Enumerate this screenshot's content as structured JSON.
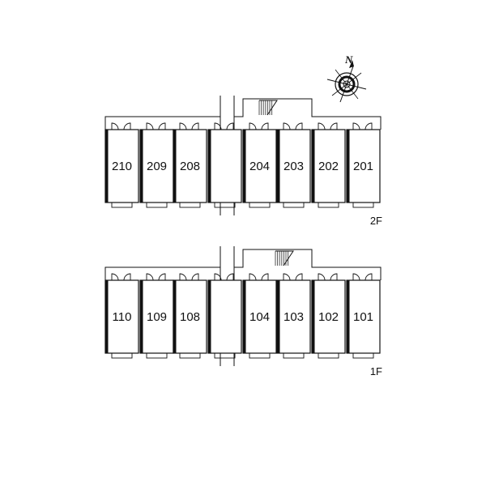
{
  "compass": {
    "north_label": "N",
    "icon": "compass-rose-icon"
  },
  "floors": [
    {
      "id": "2f",
      "label": "2F",
      "left_units": [
        "210",
        "209",
        "208"
      ],
      "right_units": [
        "204",
        "203",
        "202",
        "201"
      ]
    },
    {
      "id": "1f",
      "label": "1F",
      "left_units": [
        "110",
        "109",
        "108"
      ],
      "right_units": [
        "104",
        "103",
        "102",
        "101"
      ]
    }
  ],
  "colors": {
    "line": "#111111",
    "background": "#ffffff",
    "stair": "#555555"
  }
}
